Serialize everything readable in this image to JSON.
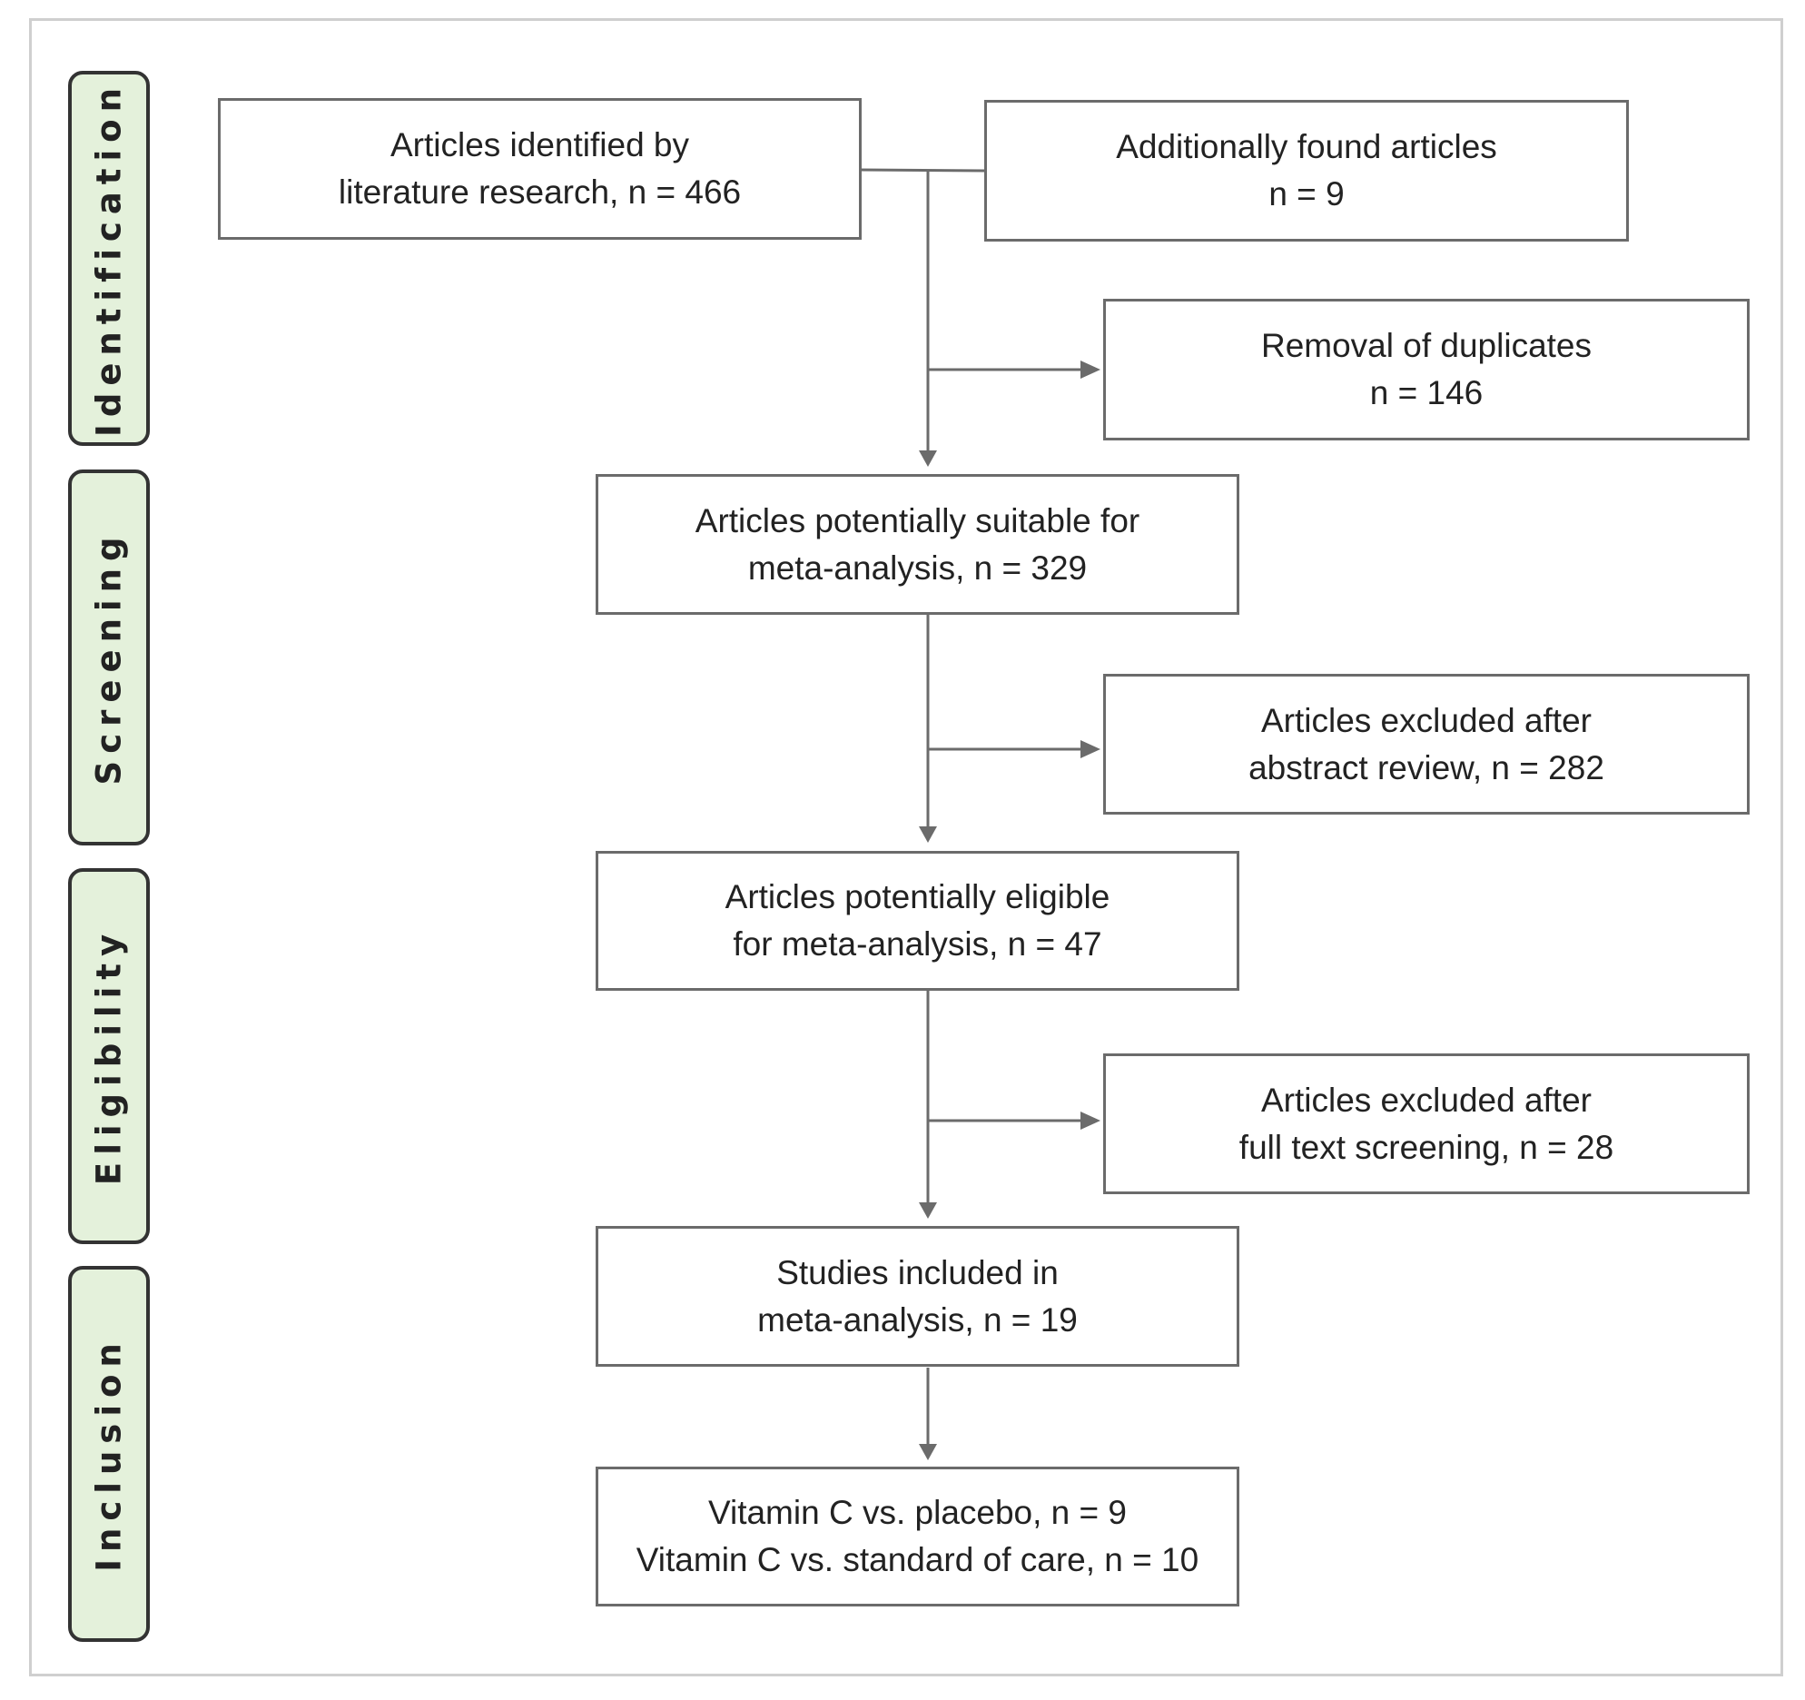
{
  "stages": [
    {
      "id": "identification",
      "label": "Identification"
    },
    {
      "id": "screening",
      "label": "Screening"
    },
    {
      "id": "eligibility",
      "label": "Eligibility"
    },
    {
      "id": "inclusion",
      "label": "Inclusion"
    }
  ],
  "boxes": {
    "identified": {
      "line1": "Articles identified by",
      "line2": "literature research, n = 466"
    },
    "additional": {
      "line1": "Additionally found articles",
      "line2": "n = 9"
    },
    "duplicates": {
      "line1": "Removal of duplicates",
      "line2": "n = 146"
    },
    "suitable": {
      "line1": "Articles potentially suitable for",
      "line2": "meta-analysis, n = 329"
    },
    "excluded_abstract": {
      "line1": "Articles excluded after",
      "line2": "abstract review, n = 282"
    },
    "eligible": {
      "line1": "Articles potentially eligible",
      "line2": "for meta-analysis, n = 47"
    },
    "excluded_fulltext": {
      "line1": "Articles excluded after",
      "line2": "full text screening, n = 28"
    },
    "included": {
      "line1": "Studies included in",
      "line2": "meta-analysis, n = 19"
    },
    "comparison": {
      "line1": "Vitamin C vs. placebo, n = 9",
      "line2": "Vitamin C vs. standard of care, n = 10"
    }
  },
  "colors": {
    "stage_fill": "#e4f1db",
    "stage_border": "#333333",
    "box_border": "#6b6b6b",
    "connector": "#6b6b6b"
  }
}
